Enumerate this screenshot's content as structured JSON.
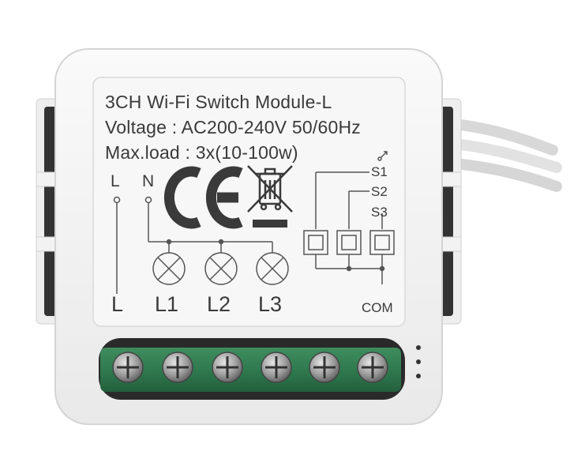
{
  "label": {
    "title": "3CH Wi-Fi Switch Module-L",
    "voltage": "Voltage : AC200-240V 50/60Hz",
    "max_load": "Max.load : 3x(10-100w)",
    "terminal_L_top": "L",
    "terminal_N_top": "N",
    "terminal_L_bottom": "L",
    "load_1": "L1",
    "load_2": "L2",
    "load_3": "L3",
    "switch_1": "S1",
    "switch_2": "S2",
    "switch_3": "S3",
    "common": "COM"
  },
  "marks": {
    "ce": "CE"
  },
  "colors": {
    "housing": "#f4f4f4",
    "label_panel": "#f7f7f7",
    "terminal_block": "#2f7a4f",
    "text": "#3a3a3a"
  }
}
